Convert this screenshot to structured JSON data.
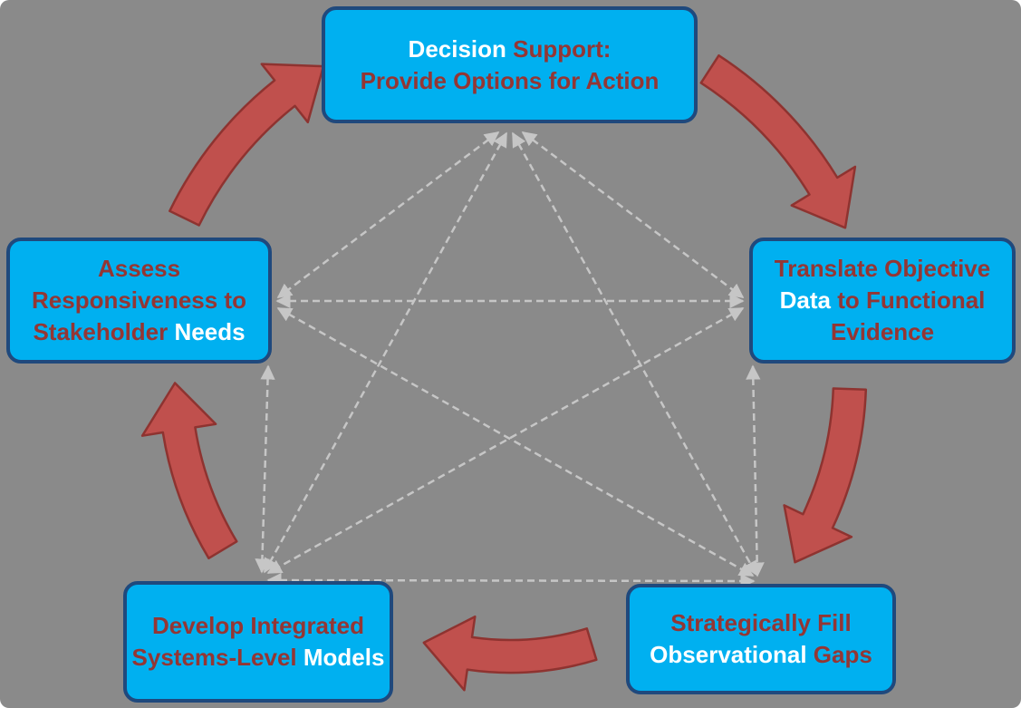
{
  "colors": {
    "background": "#8A8A8A",
    "box_fill": "#00B0F0",
    "box_border": "#1F497D",
    "text_red": "#943634",
    "text_white": "#FFFFFF",
    "arrow_fill": "#C0504D",
    "arrow_border": "#8E3330",
    "dashed_line": "#C6C6C6"
  },
  "nodes": [
    {
      "id": "decision-support",
      "lines": [
        [
          {
            "text": "Decision ",
            "color": "white"
          },
          {
            "text": "Support:",
            "color": "red"
          }
        ],
        [
          {
            "text": "Provide Options for Action",
            "color": "red"
          }
        ]
      ]
    },
    {
      "id": "translate-objective-data",
      "lines": [
        [
          {
            "text": "Translate Objective",
            "color": "red"
          }
        ],
        [
          {
            "text": "Data",
            "color": "white"
          },
          {
            "text": " to Functional",
            "color": "red"
          }
        ],
        [
          {
            "text": "Evidence",
            "color": "red"
          }
        ]
      ]
    },
    {
      "id": "strategically-fill-gaps",
      "lines": [
        [
          {
            "text": "Strategically Fill",
            "color": "red"
          }
        ],
        [
          {
            "text": "Observational",
            "color": "white"
          },
          {
            "text": " Gaps",
            "color": "red"
          }
        ]
      ]
    },
    {
      "id": "develop-models",
      "lines": [
        [
          {
            "text": "Develop Integrated",
            "color": "red"
          }
        ],
        [
          {
            "text": "Systems-Level ",
            "color": "red"
          },
          {
            "text": "Models",
            "color": "white"
          }
        ]
      ]
    },
    {
      "id": "assess-responsiveness",
      "lines": [
        [
          {
            "text": "Assess",
            "color": "red"
          }
        ],
        [
          {
            "text": "Responsiveness to",
            "color": "red"
          }
        ],
        [
          {
            "text": "Stakeholder ",
            "color": "red"
          },
          {
            "text": "Needs",
            "color": "white"
          }
        ]
      ]
    }
  ],
  "connections": [
    {
      "from": "decision-support",
      "to": "translate-objective-data"
    },
    {
      "from": "decision-support",
      "to": "assess-responsiveness"
    },
    {
      "from": "decision-support",
      "to": "strategically-fill-gaps"
    },
    {
      "from": "decision-support",
      "to": "develop-models"
    },
    {
      "from": "assess-responsiveness",
      "to": "translate-objective-data"
    },
    {
      "from": "assess-responsiveness",
      "to": "develop-models"
    },
    {
      "from": "assess-responsiveness",
      "to": "strategically-fill-gaps"
    },
    {
      "from": "translate-objective-data",
      "to": "develop-models"
    },
    {
      "from": "translate-objective-data",
      "to": "strategically-fill-gaps"
    },
    {
      "from": "develop-models",
      "to": "strategically-fill-gaps"
    }
  ],
  "cycle_arrows": [
    {
      "from": "assess-responsiveness",
      "to": "decision-support"
    },
    {
      "from": "decision-support",
      "to": "translate-objective-data"
    },
    {
      "from": "translate-objective-data",
      "to": "strategically-fill-gaps"
    },
    {
      "from": "strategically-fill-gaps",
      "to": "develop-models"
    },
    {
      "from": "develop-models",
      "to": "assess-responsiveness"
    }
  ]
}
